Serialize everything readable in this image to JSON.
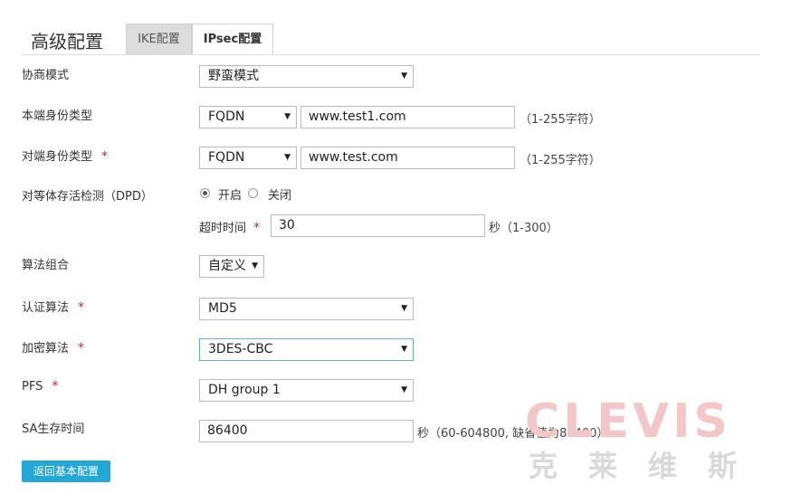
{
  "header": {
    "title": "高级配置"
  },
  "tabs": [
    {
      "label": "IKE配置"
    },
    {
      "label": "IPsec配置"
    }
  ],
  "form": {
    "negotiation_mode": {
      "label": "协商模式",
      "value": "野蛮模式"
    },
    "local_id": {
      "label": "本端身份类型",
      "type": "FQDN",
      "value": "www.test1.com",
      "hint": "（1-255字符）"
    },
    "remote_id": {
      "label": "对端身份类型",
      "required_mark": "*",
      "type": "FQDN",
      "value": "www.test.com",
      "hint": "（1-255字符）"
    },
    "dpd": {
      "label": "对等体存活检测（DPD）",
      "on_label": "开启",
      "off_label": "关闭",
      "timeout_label": "超时时间",
      "timeout_required_mark": "*",
      "timeout_value": "30",
      "timeout_hint": "秒（1-300）"
    },
    "algorithm_group": {
      "label": "算法组合",
      "value": "自定义"
    },
    "auth_algorithm": {
      "label": "认证算法",
      "required_mark": "*",
      "value": "MD5"
    },
    "encryption_algorithm": {
      "label": "加密算法",
      "required_mark": "*",
      "value": "3DES-CBC"
    },
    "pfs": {
      "label": "PFS",
      "required_mark": "*",
      "value": "DH group 1"
    },
    "sa_lifetime": {
      "label": "SA生存时间",
      "value": "86400",
      "hint": "秒（60-604800, 缺省值为86400）"
    }
  },
  "back_button": {
    "label": "返回基本配置"
  },
  "watermark": {
    "latin": "CLEVIS",
    "chinese": "克莱维斯"
  },
  "colors": {
    "accent": "#23a7d8",
    "required": "#e02020",
    "tab_inactive": "#dcdcdc"
  }
}
